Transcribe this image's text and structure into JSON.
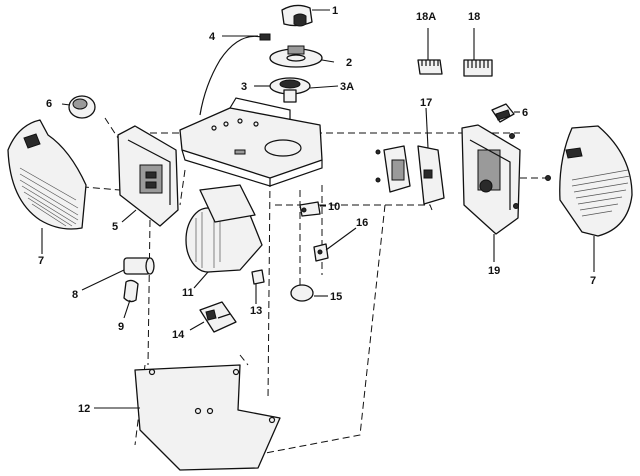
{
  "callouts": {
    "c1": "1",
    "c2": "2",
    "c3": "3",
    "c3a": "3A",
    "c4": "4",
    "c5": "5",
    "c6_left": "6",
    "c6_right": "6",
    "c7_left": "7",
    "c7_right": "7",
    "c8": "8",
    "c9": "9",
    "c10": "10",
    "c11": "11",
    "c12": "12",
    "c13": "13",
    "c14": "14",
    "c15": "15",
    "c16": "16",
    "c17": "17",
    "c18": "18",
    "c18a": "18A",
    "c19": "19"
  }
}
